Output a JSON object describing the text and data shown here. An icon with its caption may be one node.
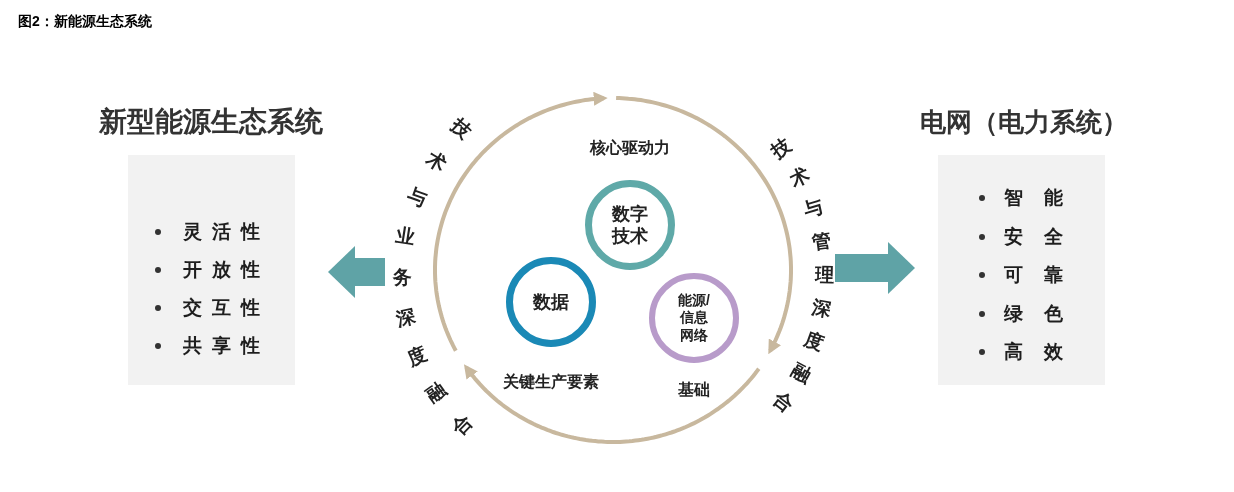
{
  "diagram": {
    "title": "图2：新能源生态系统",
    "nodes": [
      {
        "text": [
          "新型能源生态系统",
          "灵活性",
          "开放性",
          "交互性",
          "共享性"
        ]
      },
      {
        "text": [],
        "shape": "circle",
        "beside": [
          "技术与业务深度融合",
          "技术与管理深度融合"
        ]
      },
      {
        "text": [
          "数字技术"
        ],
        "in": 1,
        "beside": [
          "核心驱动力"
        ]
      },
      {
        "text": [
          "数据"
        ],
        "in": 1,
        "beside": [
          "关键生产要素"
        ]
      },
      {
        "text": [
          "能源/信息网络"
        ],
        "in": 1,
        "beside": [
          "基础"
        ]
      },
      {
        "text": [
          "电网（电力系统）",
          "智能",
          "安全",
          "可靠",
          "绿色",
          "高效"
        ]
      }
    ],
    "edges": [
      {
        "from": 1,
        "to": 0,
        "arrow": "to"
      },
      {
        "from": 1,
        "to": 5,
        "arrow": "to"
      }
    ]
  }
}
